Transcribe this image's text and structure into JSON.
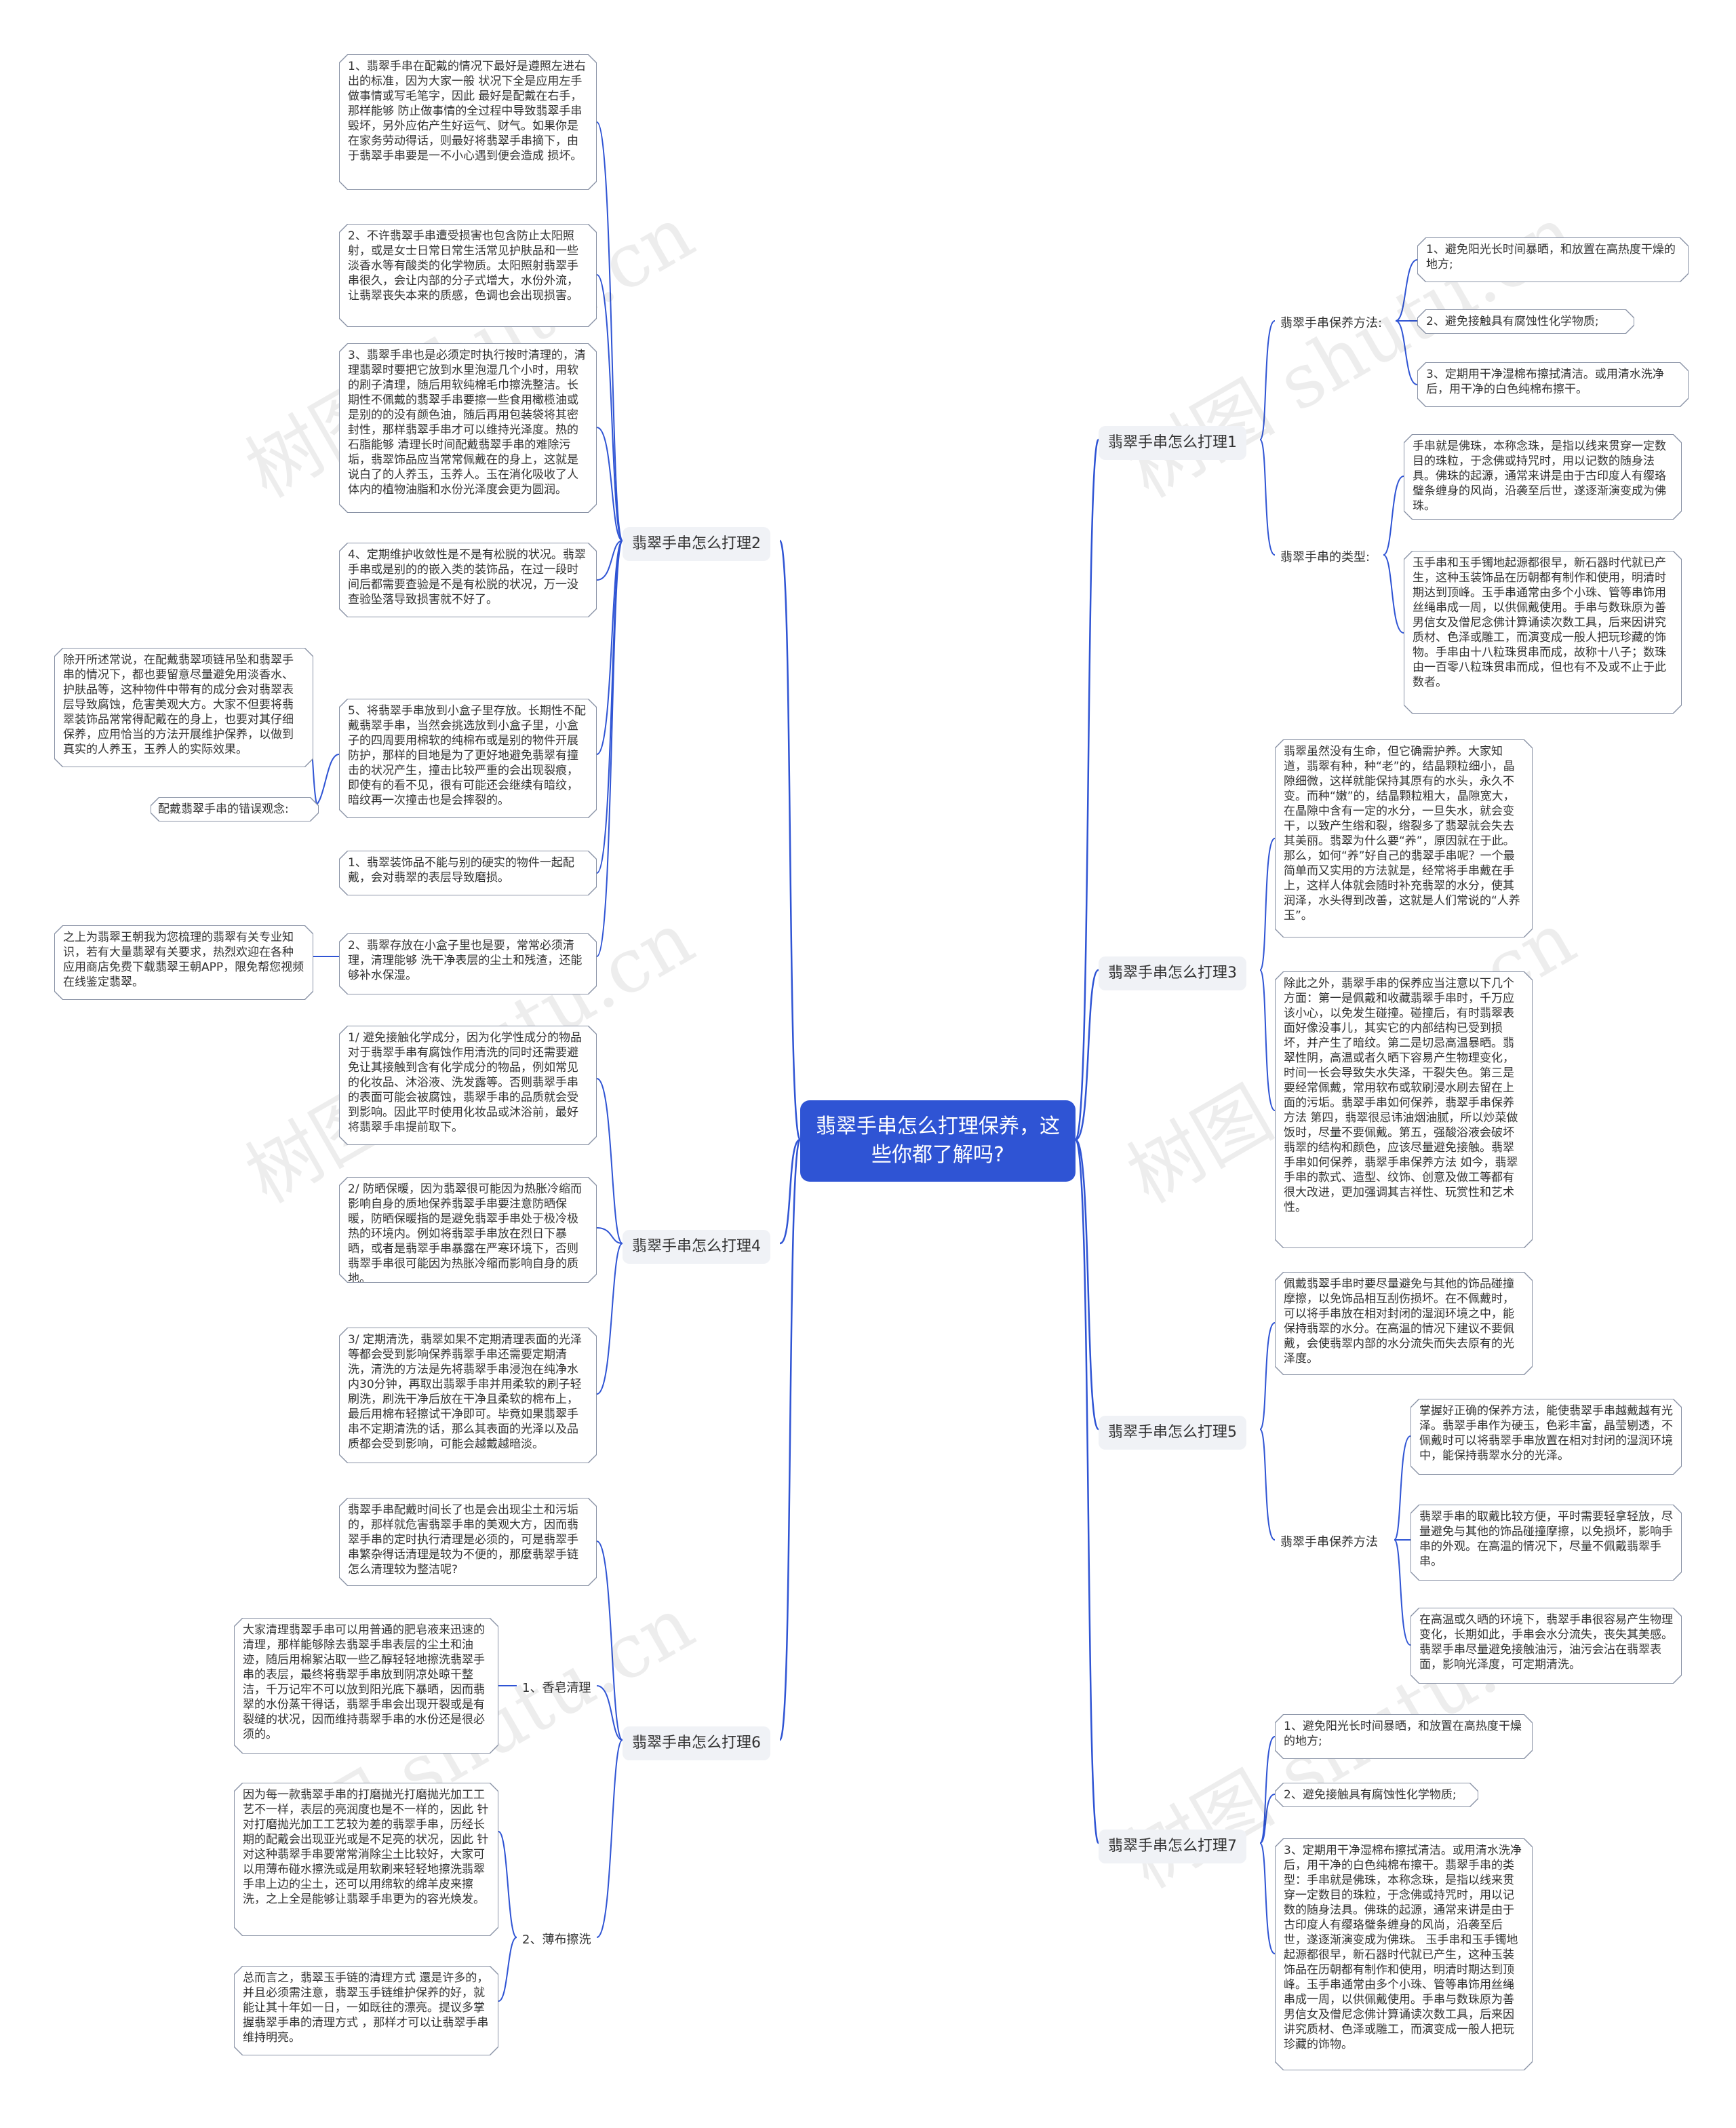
{
  "center": "翡翠手串怎么打理保养，这些你都了解吗?",
  "watermark": "树图 shutu.cn",
  "branches": {
    "b1": "翡翠手串怎么打理1",
    "b2": "翡翠手串怎么打理2",
    "b3": "翡翠手串怎么打理3",
    "b4": "翡翠手串怎么打理4",
    "b5": "翡翠手串怎么打理5",
    "b6": "翡翠手串怎么打理6",
    "b7": "翡翠手串怎么打理7"
  },
  "subs": {
    "b1_method": "翡翠手串保养方法:",
    "b1_type": "翡翠手串的类型:",
    "b2_misconception": "配戴翡翠手串的错误观念:",
    "b5_method": "翡翠手串保养方法",
    "b6_soap": "1、香皂清理",
    "b6_cloth": "2、薄布擦洗"
  },
  "texts": {
    "b1_m1": "1、避免阳光长时间暴晒，和放置在高热度干燥的地方;",
    "b1_m2": "2、避免接触具有腐蚀性化学物质;",
    "b1_m3": "3、定期用干净湿棉布擦拭清洁。或用清水洗净后，用干净的白色纯棉布擦干。",
    "b1_t1": "手串就是佛珠，本称念珠，是指以线来贯穿一定数目的珠粒，于念佛或持咒时，用以记数的随身法具。佛珠的起源，通常来讲是由于古印度人有缨珞璧条缠身的风尚，沿袭至后世，遂逐渐演变成为佛珠。",
    "b1_t2": "玉手串和玉手镯地起源都很早，新石器时代就已产生，这种玉装饰品在历朝都有制作和使用，明清时期达到顶峰。玉手串通常由多个小珠、管等串饰用丝绳串成一周，以供佩戴使用。手串与数珠原为善男信女及僧尼念佛计算诵读次数工具，后来因讲究质材、色泽或雕工，而演变成一般人把玩珍藏的饰物。手串由十八粒珠贯串而成，故称十八子；数珠由一百零八粒珠贯串而成，但也有不及或不止于此数者。",
    "b2_1": "1、翡翠手串在配戴的情况下最好是遵照左进右出的标准，因为大家一般 状况下全是应用左手做事情或写毛笔字，因此 最好是配戴在右手，那样能够 防止做事情的全过程中导致翡翠手串毁坏，另外应佑产生好运气、财气。如果你是在家务劳动得话，则最好将翡翠手串摘下，由于翡翠手串要是一不小心遇到便会造成 损坏。",
    "b2_2": "2、不许翡翠手串遭受损害也包含防止太阳照射，或是女士日常日常生活常见护肤品和一些淡香水等有酸类的化学物质。太阳照射翡翠手串很久，会让内部的分子式增大，水份外流，让翡翠丧失本来的质感，色调也会出现损害。",
    "b2_3": "3、翡翠手串也是必须定时执行按时清理的，清理翡翠时要把它放到水里泡湿几个小时，用软的刷子清理，随后用软纯棉毛巾擦洗整洁。长期性不佩戴的翡翠手串要擦一些食用橄榄油或是别的的没有颜色油，随后再用包装袋将其密封性，那样翡翠手串才可以维持光泽度。热的石脂能够 清理长时间配戴翡翠手串的难除污垢，翡翠饰品应当常常佩戴在的身上，这就是说白了的人养玉，玉养人。玉在消化吸收了人体内的植物油脂和水份光泽度会更为圆润。",
    "b2_4": "4、定期维护收敛性是不是有松脱的状况。翡翠手串或是别的的嵌入类的装饰品，在过一段时间后都需要查验是不是有松脱的状况，万一没查验坠落导致损害就不好了。",
    "b2_5": "5、将翡翠手串放到小盒子里存放。长期性不配戴翡翠手串，当然会挑选放到小盒子里，小盒子的四周要用棉软的纯棉布或是别的物件开展防护，那样的目地是为了更好地避免翡翠有撞击的状况产生，撞击比较严重的会出现裂痕，即使有的看不见，很有可能还会继续有暗纹，暗纹再一次撞击也是会摔裂的。",
    "b2_6": "1、翡翠装饰品不能与别的硬实的物件一起配戴，会对翡翠的表层导致磨损。",
    "b2_7": "2、翡翠存放在小盒子里也是要，常常必须清理，清理能够 洗干净表层的尘土和残渣，还能够补水保湿。",
    "b2_left1": "除开所述常说，在配戴翡翠项链吊坠和翡翠手串的情况下，都也要留意尽量避免用淡香水、护肤品等，这种物件中带有的成分会对翡翠表层导致腐蚀，危害美观大方。大家不但要将翡翠装饰品常常得配戴在的身上，也要对其仔细保养，应用恰当的方法开展维护保养，以做到真实的人养玉，玉养人的实际效果。",
    "b2_left2": "之上为翡翠王朝我为您梳理的翡翠有关专业知识，若有大量翡翠有关要求，热烈欢迎在各种应用商店免费下载翡翠王朝APP，限免帮您视频在线鉴定翡翠。",
    "b3_1": "翡翠虽然没有生命，但它确需护养。大家知道，翡翠有种，种“老”的，结晶颗粒细小，晶隙细微，这样就能保持其原有的水头，永久不变。而种“嫩”的，结晶颗粒粗大，晶隙宽大，在晶隙中含有一定的水分，一旦失水，就会变干，以致产生绺和裂，绺裂多了翡翠就会失去其美丽。翡翠为什么要“养”，原因就在于此。那么，如何“养”好自己的翡翠手串呢？一个最简单而又实用的方法就是，经常将手串戴在手上，这样人体就会随时补充翡翠的水分，使其润泽，水头得到改善，这就是人们常说的“人养玉”。",
    "b3_2": "除此之外，翡翠手串的保养应当注意以下几个方面：第一是佩戴和收藏翡翠手串时，千万应该小心，以免发生碰撞。碰撞后，有时翡翠表面好像没事儿，其实它的内部结构已受到损坏，并产生了暗纹。第二是切忌高温暴晒。翡翠性阴，高温或者久晒下容易产生物理变化，时间一长会导致失水失泽，干裂失色。第三是要经常佩戴，常用软布或软刷浸水刷去留在上面的污垢。翡翠手串如何保养，翡翠手串保养方法 第四，翡翠很忌讳油烟油腻，所以炒菜做饭时，尽量不要佩戴。第五，强酸浴液会破坏翡翠的结构和颜色，应该尽量避免接触。翡翠手串如何保养，翡翠手串保养方法 如今，翡翠手串的款式、造型、纹饰、创意及做工等都有很大改进，更加强调其吉祥性、玩赏性和艺术性。",
    "b4_1": "1/ 避免接触化学成分，因为化学性成分的物品对于翡翠手串有腐蚀作用清洗的同时还需要避免让其接触到含有化学成分的物品，例如常见的化妆品、沐浴液、洗发露等。否则翡翠手串的表面可能会被腐蚀，翡翠手串的品质就会受到影响。因此平时使用化妆品或沐浴前，最好将翡翠手串提前取下。",
    "b4_2": "2/ 防晒保暖，因为翡翠很可能因为热胀冷缩而影响自身的质地保养翡翠手串要注意防晒保暖，防晒保暖指的是避免翡翠手串处于极冷极热的环境内。例如将翡翠手串放在烈日下暴晒，或者是翡翠手串暴露在严寒环境下，否则翡翠手串很可能因为热胀冷缩而影响自身的质地。",
    "b4_3": "3/ 定期清洗，翡翠如果不定期清理表面的光泽等都会受到影响保养翡翠手串还需要定期清洗，清洗的方法是先将翡翠手串浸泡在纯净水内30分钟，再取出翡翠手串并用柔软的刷子轻刷洗，刷洗干净后放在干净且柔软的棉布上，最后用棉布轻擦试干净即可。毕竟如果翡翠手串不定期清洗的话，那么其表面的光泽以及品质都会受到影响，可能会越戴越暗淡。",
    "b5_1": "佩戴翡翠手串时要尽量避免与其他的饰品碰撞摩擦，以免饰品相互刮伤损坏。在不佩戴时，可以将手串放在相对封闭的湿润环境之中，能保持翡翠的水分。在高温的情况下建议不要佩戴，会使翡翠内部的水分流失而失去原有的光泽度。",
    "b5_m1": "掌握好正确的保养方法，能使翡翠手串越戴越有光泽。翡翠手串作为硬玉，色彩丰富，晶莹剔透，不佩戴时可以将翡翠手串放置在相对封闭的湿润环境中，能保持翡翠水分的光泽。",
    "b5_m2": "翡翠手串的取戴比较方便，平时需要轻拿轻放，尽量避免与其他的饰品碰撞摩擦，以免损坏，影响手串的外观。在高温的情况下，尽量不佩戴翡翠手串。",
    "b5_m3": "在高温或久晒的环境下，翡翠手串很容易产生物理变化，长期如此，手串会水分流失，丧失其美感。翡翠手串尽量避免接触油污，油污会沾在翡翠表面，影响光泽度，可定期清洗。",
    "b6_intro": "翡翠手串配戴时间长了也是会出现尘土和污垢的，那样就危害翡翠手串的美观大方，因而翡翠手串的定时执行清理是必须的，可是翡翠手串繁杂得话清理是较为不便的，那麼翡翠手链怎么清理较为整洁呢?",
    "b6_soap": "大家清理翡翠手串可以用普通的肥皂液来迅速的清理，那样能够除去翡翠手串表层的尘土和油迹，随后用棉絮沾取一些乙醇轻轻地擦洗翡翠手串的表层，最终将翡翠手串放到阴凉处晾干整洁，千万记牢不可以放到阳光底下暴晒，因而翡翠的水份蒸干得话，翡翠手串会出现开裂或是有裂缝的状况，因而维持翡翠手串的水份还是很必须的。",
    "b6_cloth1": "因为每一款翡翠手串的打磨抛光打磨抛光加工工艺不一样，表层的亮润度也是不一样的，因此 针对打磨抛光加工工艺较为差的翡翠手串，历经长期的配戴会出现亚光或是不足亮的状况，因此 针对这种翡翠手串要常常消除尘土比较好，大家可以用薄布碰水擦洗或是用软刷来轻轻地擦洗翡翠手串上边的尘土，还可以用绵软的绵羊皮来擦洗，之上全是能够让翡翠手串更为的容光焕发。",
    "b6_cloth2": "总而言之，翡翠玉手链的清理方式 還是许多的，并且必须需注意，翡翠玉手链维护保养的好，就能让其十年如一日，一如既往的漂亮。提议多掌握翡翠手串的清理方式 ，那样才可以让翡翠手串维持明亮。",
    "b7_1": "1、避免阳光长时间暴晒，和放置在高热度干燥的地方;",
    "b7_2": "2、避免接触具有腐蚀性化学物质;",
    "b7_3": "3、定期用干净湿棉布擦拭清洁。或用清水洗净后，用干净的白色纯棉布擦干。翡翠手串的类型：手串就是佛珠，本称念珠，是指以线来贯穿一定数目的珠粒，于念佛或持咒时，用以记数的随身法具。佛珠的起源，通常来讲是由于古印度人有缨珞璧条缠身的风尚，沿袭至后世，遂逐渐演变成为佛珠。 玉手串和玉手镯地起源都很早，新石器时代就已产生，这种玉装饰品在历朝都有制作和使用，明清时期达到顶峰。玉手串通常由多个小珠、管等串饰用丝绳串成一周，以供佩戴使用。手串与数珠原为善男信女及僧尼念佛计算诵读次数工具，后来因讲究质材、色泽或雕工，而演变成一般人把玩珍藏的饰物。"
  },
  "colors": {
    "center_bg": "#2f54d4",
    "line": "#2f54d4",
    "branch_bg": "#f0f2f6",
    "leaf_border": "#8a93a6"
  }
}
